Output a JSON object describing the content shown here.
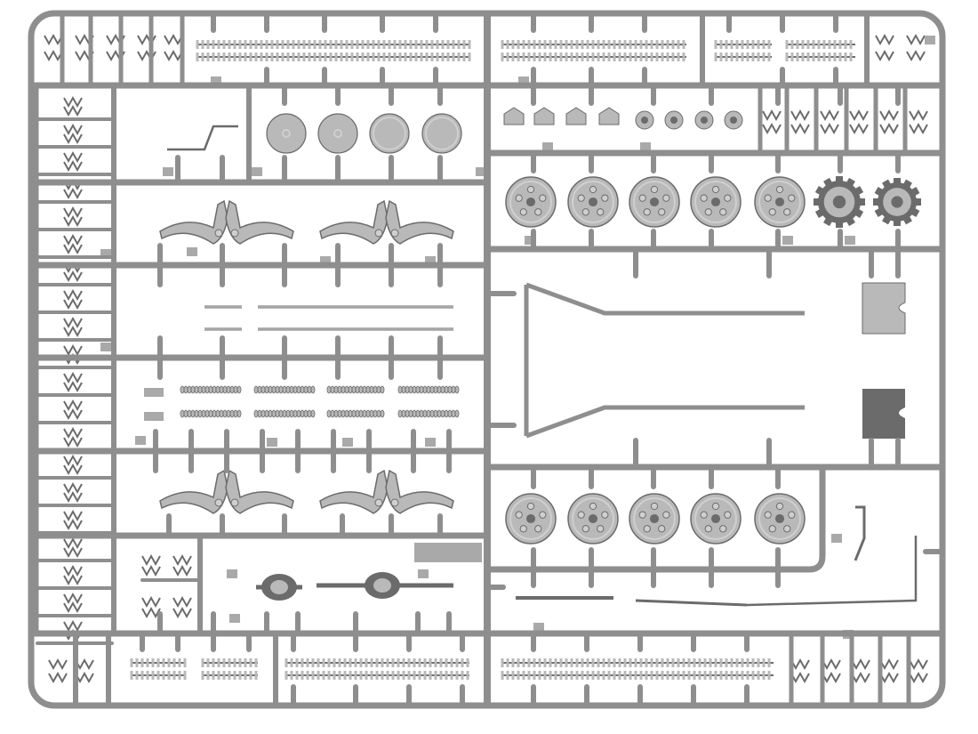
{
  "sprue": {
    "colors": {
      "frame": "#8e8e8e",
      "frame_edge": "#6f6f6f",
      "part": "#b9b9b9",
      "part_light": "#cfcfcf",
      "part_dark": "#6b6b6b",
      "tab": "#a9a9a9",
      "background": "#ffffff"
    },
    "wheel_rows": [
      {
        "name": "upper-road-wheels",
        "count": 5,
        "style": "spoked"
      },
      {
        "name": "upper-sprockets",
        "count": 2,
        "style": "toothed"
      },
      {
        "name": "lower-road-wheels",
        "count": 5,
        "style": "spoked"
      }
    ],
    "track_runs": 7,
    "suspension_arms": 8,
    "small_links_left_column": 20
  }
}
